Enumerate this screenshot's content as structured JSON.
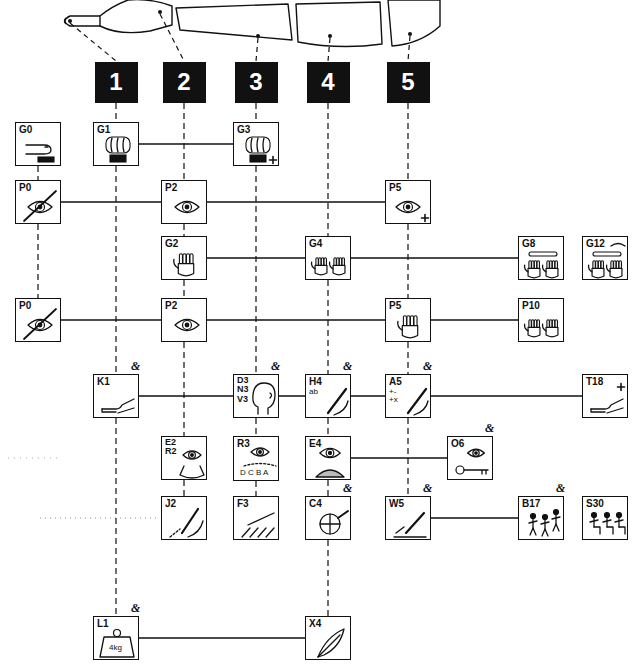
{
  "diagram": {
    "nodes": [
      {
        "text": [
          "1"
        ]
      },
      {
        "text": [
          "2"
        ]
      },
      {
        "text": [
          "3"
        ]
      },
      {
        "text": [
          "4"
        ]
      },
      {
        "text": [
          "5"
        ]
      },
      {
        "text": [
          "G0"
        ]
      },
      {
        "text": [
          "G1"
        ]
      },
      {
        "text": [
          "G3"
        ]
      },
      {
        "text": [
          "P0"
        ]
      },
      {
        "text": [
          "P2"
        ]
      },
      {
        "text": [
          "P5"
        ]
      },
      {
        "text": [
          "G2"
        ]
      },
      {
        "text": [
          "G4"
        ]
      },
      {
        "text": [
          "G8"
        ]
      },
      {
        "text": [
          "G12"
        ]
      },
      {
        "text": [
          "P0"
        ]
      },
      {
        "text": [
          "P2"
        ]
      },
      {
        "text": [
          "P5"
        ]
      },
      {
        "text": [
          "P10"
        ]
      },
      {
        "text": [
          "K1"
        ]
      },
      {
        "text": [
          "D3 N3 V3"
        ]
      },
      {
        "text": [
          "H4",
          "ab"
        ]
      },
      {
        "text": [
          "A5",
          "+- +x"
        ]
      },
      {
        "text": [
          "T18"
        ]
      },
      {
        "text": [
          "E2 R2"
        ]
      },
      {
        "text": [
          "R3",
          "D C B A"
        ]
      },
      {
        "text": [
          "E4"
        ]
      },
      {
        "text": [
          "O6"
        ]
      },
      {
        "text": [
          "J2"
        ]
      },
      {
        "text": [
          "F3"
        ]
      },
      {
        "text": [
          "C4"
        ]
      },
      {
        "text": [
          "W5"
        ]
      },
      {
        "text": [
          "B17"
        ]
      },
      {
        "text": [
          "S30"
        ]
      },
      {
        "text": [
          "L1",
          "4kg"
        ]
      },
      {
        "text": [
          "X4"
        ]
      }
    ],
    "edges": [
      {
        "from": 6,
        "to": 7,
        "arrow": "none"
      },
      {
        "from": 8,
        "to": 9,
        "arrow": "none"
      },
      {
        "from": 9,
        "to": 10,
        "arrow": "none"
      },
      {
        "from": 11,
        "to": 12,
        "arrow": "none"
      },
      {
        "from": 12,
        "to": 13,
        "arrow": "none"
      },
      {
        "from": 15,
        "to": 16,
        "arrow": "none"
      },
      {
        "from": 16,
        "to": 17,
        "arrow": "none"
      },
      {
        "from": 17,
        "to": 18,
        "arrow": "none"
      },
      {
        "from": 19,
        "to": 20,
        "arrow": "none"
      },
      {
        "from": 20,
        "to": 21,
        "arrow": "none"
      },
      {
        "from": 21,
        "to": 22,
        "arrow": "none"
      },
      {
        "from": 22,
        "to": 23,
        "arrow": "none"
      },
      {
        "from": 26,
        "to": 27,
        "arrow": "none"
      },
      {
        "from": 31,
        "to": 32,
        "arrow": "none"
      },
      {
        "from": 34,
        "to": 35,
        "arrow": "none"
      },
      {
        "from": 0,
        "to": 6,
        "arrow": "none"
      },
      {
        "from": 6,
        "to": 19,
        "arrow": "none"
      },
      {
        "from": 19,
        "to": 34,
        "arrow": "none"
      },
      {
        "from": 1,
        "to": 9,
        "arrow": "none"
      },
      {
        "from": 9,
        "to": 11,
        "arrow": "none"
      },
      {
        "from": 11,
        "to": 16,
        "arrow": "none"
      },
      {
        "from": 16,
        "to": 24,
        "arrow": "none"
      },
      {
        "from": 24,
        "to": 28,
        "arrow": "none"
      },
      {
        "from": 2,
        "to": 7,
        "arrow": "none"
      },
      {
        "from": 7,
        "to": 20,
        "arrow": "none"
      },
      {
        "from": 20,
        "to": 25,
        "arrow": "none"
      },
      {
        "from": 25,
        "to": 29,
        "arrow": "none"
      },
      {
        "from": 3,
        "to": 12,
        "arrow": "none"
      },
      {
        "from": 12,
        "to": 21,
        "arrow": "none"
      },
      {
        "from": 21,
        "to": 26,
        "arrow": "none"
      },
      {
        "from": 26,
        "to": 30,
        "arrow": "none"
      },
      {
        "from": 30,
        "to": 35,
        "arrow": "none"
      },
      {
        "from": 4,
        "to": 10,
        "arrow": "none"
      },
      {
        "from": 10,
        "to": 17,
        "arrow": "none"
      },
      {
        "from": 17,
        "to": 22,
        "arrow": "none"
      },
      {
        "from": 22,
        "to": 31,
        "arrow": "none"
      },
      {
        "from": 5,
        "to": 8,
        "arrow": "none"
      },
      {
        "from": 8,
        "to": 15,
        "arrow": "none"
      }
    ],
    "labels": [
      "&",
      "&",
      "&",
      "&",
      "&",
      "&",
      "&",
      "&",
      "&"
    ]
  }
}
